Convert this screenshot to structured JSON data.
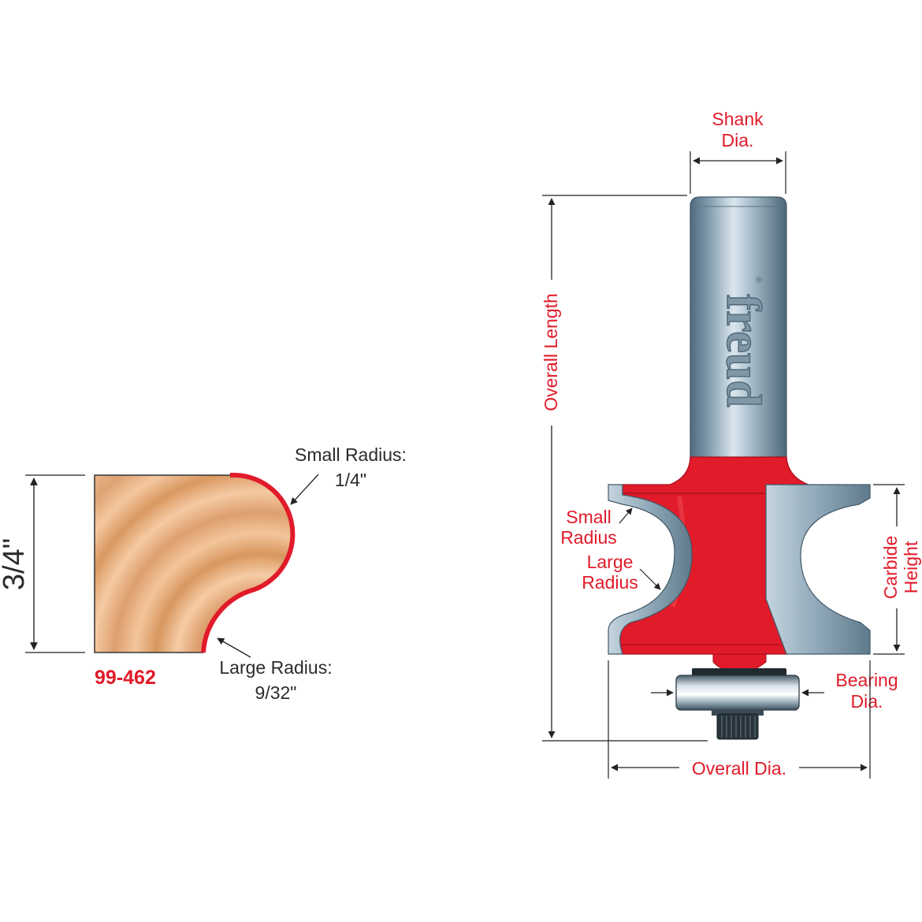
{
  "product": {
    "code": "99-462",
    "brand_logo": "freud",
    "brand_mark": "®"
  },
  "profile": {
    "height_label": "3/4\"",
    "small_radius": {
      "line1": "Small Radius:",
      "line2": "1/4\""
    },
    "large_radius": {
      "line1": "Large Radius:",
      "line2": "9/32\""
    }
  },
  "bit": {
    "shank_dia": {
      "line1": "Shank",
      "line2": "Dia."
    },
    "overall_length": "Overall Length",
    "small_radius": {
      "line1": "Small",
      "line2": "Radius"
    },
    "large_radius": {
      "line1": "Large",
      "line2": "Radius"
    },
    "carbide_height": {
      "line1": "Carbide",
      "line2": "Height"
    },
    "bearing_dia": {
      "line1": "Bearing",
      "line2": "Dia."
    },
    "overall_dia": "Overall Dia."
  },
  "colors": {
    "accent_red": "#e11b2a",
    "steel": "#8aa4b4",
    "wood": "#e9a878"
  }
}
